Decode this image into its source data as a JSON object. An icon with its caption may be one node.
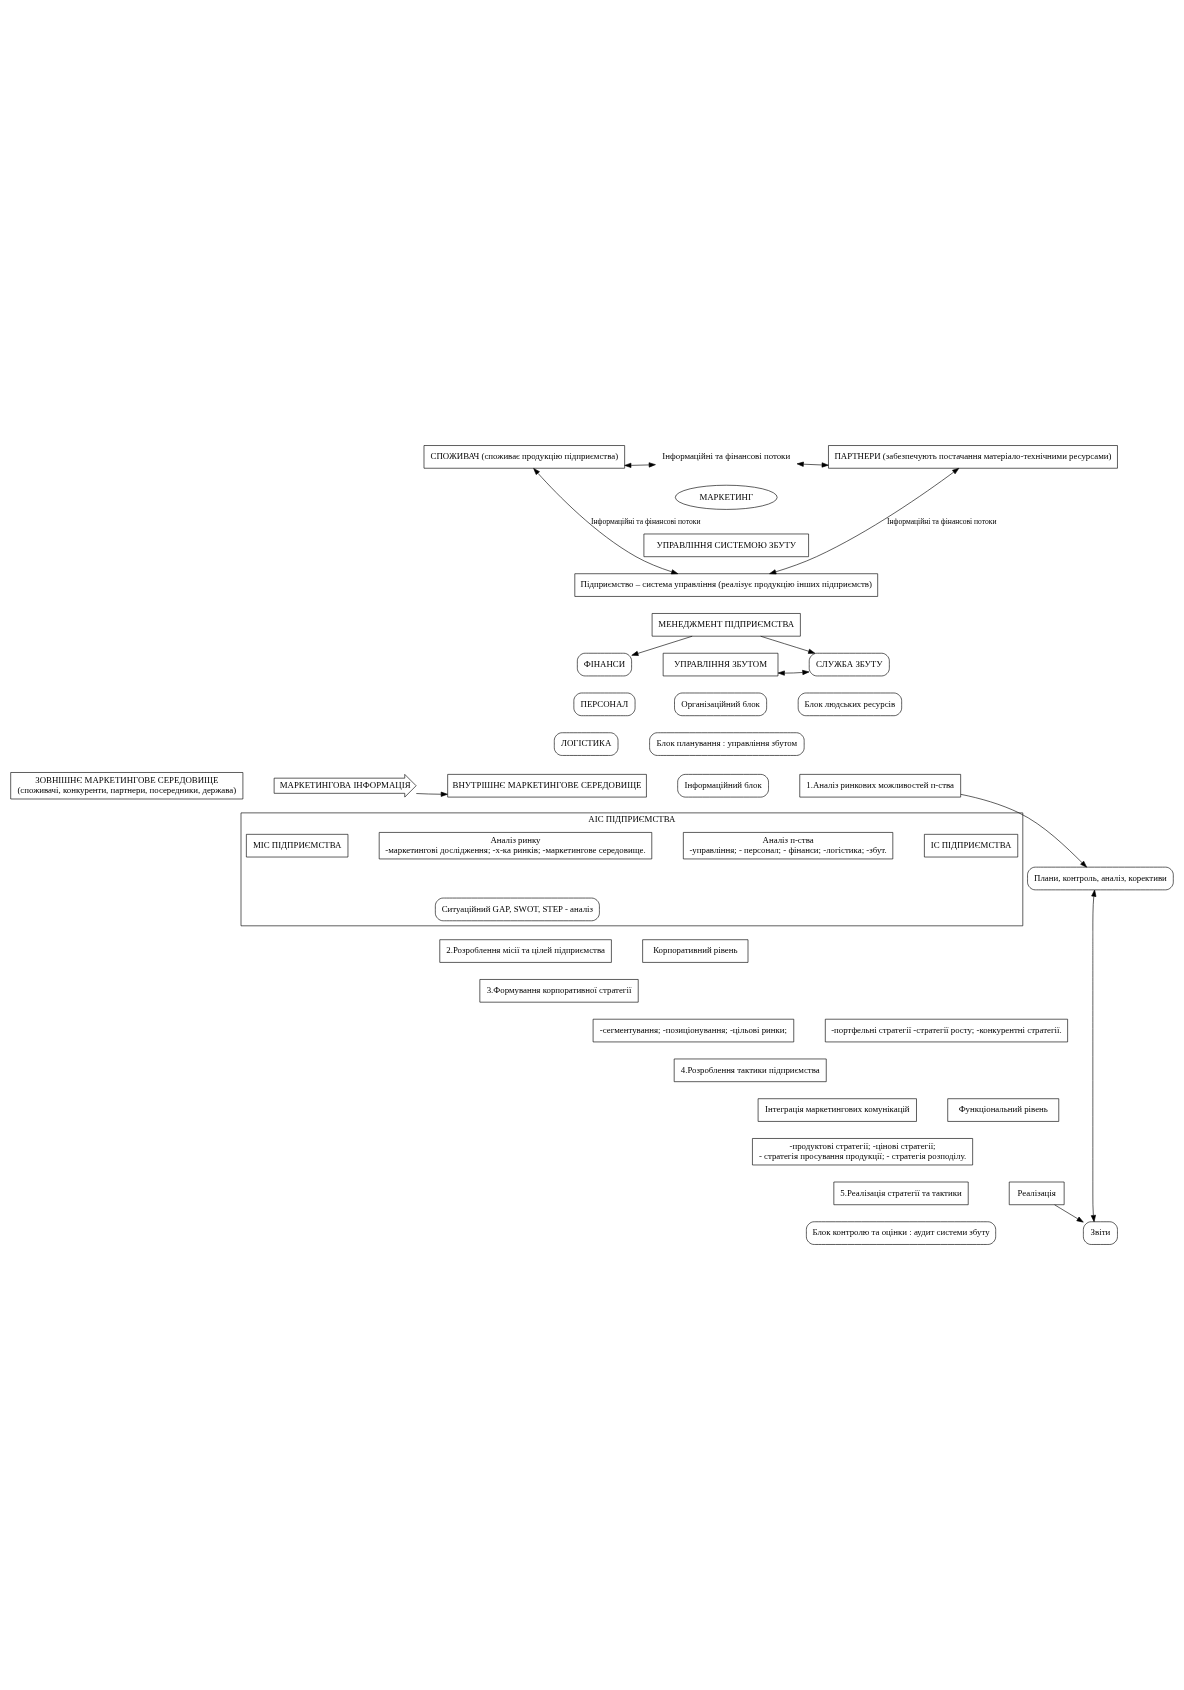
{
  "diagram": {
    "nodes": [
      {
        "text": [
          "СПОЖИВАЧ (споживає продукцію підприємства)"
        ]
      },
      {
        "text": [
          "Інформаційні та фінансові потоки"
        ]
      },
      {
        "text": [
          "ПАРТНЕРИ (забезпечують постачання матеріало-технічними ресурсами)"
        ]
      },
      {
        "text": [
          "МАРКЕТИНГ"
        ]
      },
      {
        "text": [
          "УПРАВЛІННЯ СИСТЕМОЮ ЗБУТУ"
        ]
      },
      {
        "text": [
          "Підприємство – система управління (реалізує продукцію інших підприємств)"
        ]
      },
      {
        "text": [
          "МЕНЕДЖМЕНТ ПІДПРИЄМСТВА"
        ]
      },
      {
        "text": [
          "ФІНАНСИ"
        ]
      },
      {
        "text": [
          "УПРАВЛІННЯ ЗБУТОМ"
        ]
      },
      {
        "text": [
          "СЛУЖБА ЗБУТУ"
        ]
      },
      {
        "text": [
          "ПЕРСОНАЛ"
        ]
      },
      {
        "text": [
          "Організаційний блок"
        ]
      },
      {
        "text": [
          "Блок людських ресурсів"
        ]
      },
      {
        "text": [
          "ЛОГІСТИКА"
        ]
      },
      {
        "text": [
          "Блок планування : управління збутом"
        ]
      },
      {
        "text": [
          "ЗОВНІШНЄ МАРКЕТИНГОВЕ СЕРЕДОВИЩЕ",
          "(споживачі, конкуренти, партнери, посередники, держава)"
        ]
      },
      {
        "text": [
          "МАРКЕТИНГОВА ІНФОРМАЦІЯ"
        ]
      },
      {
        "text": [
          "ВНУТРІШНЄ МАРКЕТИНГОВЕ СЕРЕДОВИЩЕ"
        ]
      },
      {
        "text": [
          "Інформаційний блок"
        ]
      },
      {
        "text": [
          "1.Аналіз ринкових можливостей п-ства"
        ]
      },
      {
        "text": [
          "АІС ПІДПРИЄМСТВА"
        ]
      },
      {
        "text": [
          "МІС ПІДПРИЄМСТВА"
        ],
        "in": 20
      },
      {
        "text": [
          "Аналіз ринку",
          "-маркетингові дослідження; -х-ка ринків; -маркетингове середовище."
        ],
        "in": 20
      },
      {
        "text": [
          "Аналіз п-ства",
          "-управління; - персонал; - фінанси; -логістика; -збут."
        ],
        "in": 20
      },
      {
        "text": [
          "ІС ПІДПРИЄМСТВА"
        ],
        "in": 20
      },
      {
        "text": [
          "Ситуаційний GAP, SWOT, STEP - аналіз"
        ],
        "in": 20
      },
      {
        "text": [
          "Корпоративний рівень"
        ]
      },
      {
        "text": [
          "2.Розроблення місії та цілей підприємства"
        ]
      },
      {
        "text": [
          "3.Формування корпоративної стратегії"
        ]
      },
      {
        "text": [
          "-сегментування; -позиціонування; -цільові ринки;"
        ]
      },
      {
        "text": [
          "-портфельні стратегії -стратегії росту; -конкурентні стратегії."
        ]
      },
      {
        "text": [
          "4.Розроблення тактики підприємства"
        ]
      },
      {
        "text": [
          "Інтеграція маркетингових комунікацій"
        ]
      },
      {
        "text": [
          "-продуктові стратегії; -цінові стратегії;",
          "- стратегія просування продукції; - стратегія розподілу."
        ]
      },
      {
        "text": [
          "Функціональний рівень"
        ]
      },
      {
        "text": [
          "5.Реалізація стратегії та тактики"
        ]
      },
      {
        "text": [
          "Блок контролю та оцінки : аудит системи збуту"
        ]
      },
      {
        "text": [
          "Реалізація"
        ]
      },
      {
        "text": [
          "Плани, контроль, аналіз, корективи"
        ]
      },
      {
        "text": [
          "Звіти"
        ]
      }
    ],
    "edges": [
      {
        "from": 0,
        "to": 1,
        "arrow": "both"
      },
      {
        "from": 1,
        "to": 2,
        "arrow": "both"
      },
      {
        "from": 0,
        "to": 5,
        "arrow": "both",
        "label": "Інформаційні та фінансові потоки"
      },
      {
        "from": 2,
        "to": 5,
        "arrow": "both",
        "label": "Інформаційні та фінансові потоки"
      },
      {
        "from": 6,
        "to": 7,
        "arrow": "to"
      },
      {
        "from": 6,
        "to": 9,
        "arrow": "to"
      },
      {
        "from": 8,
        "to": 9,
        "arrow": "both"
      },
      {
        "from": 16,
        "to": 17,
        "arrow": "to"
      },
      {
        "from": 19,
        "to": 38,
        "arrow": "to"
      },
      {
        "from": 38,
        "to": 39,
        "arrow": "both"
      },
      {
        "from": 37,
        "to": 39,
        "arrow": "to"
      }
    ]
  }
}
